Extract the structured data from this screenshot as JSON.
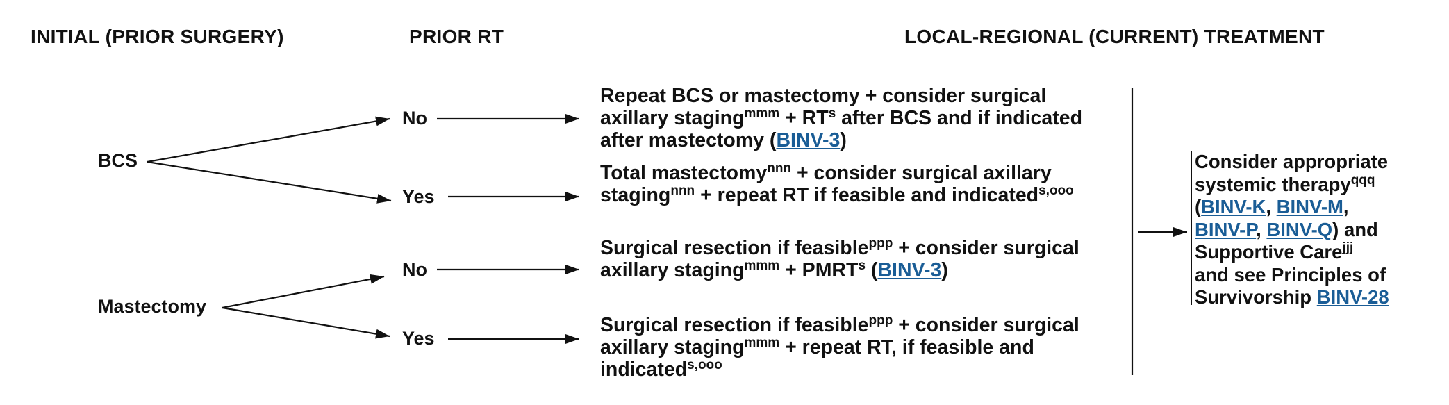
{
  "headers": {
    "initial": "INITIAL (PRIOR SURGERY)",
    "prior_rt": "PRIOR RT",
    "current": "LOCAL-REGIONAL (CURRENT) TREATMENT"
  },
  "nodes": {
    "bcs": "BCS",
    "mastectomy": "Mastectomy",
    "bcs_no": "No",
    "bcs_yes": "Yes",
    "mast_no": "No",
    "mast_yes": "Yes"
  },
  "treatments": {
    "bcs_no": {
      "l1": "Repeat BCS or mastectomy + consider surgical",
      "l2a": "axillary staging",
      "l2_sup1": "mmm",
      "l2b": " + RT",
      "l2_sup2": "s",
      "l2c": " after BCS and if indicated",
      "l3a": "after mastectomy (",
      "l3_link": "BINV-3",
      "l3b": ")"
    },
    "bcs_yes": {
      "l1a": "Total mastectomy",
      "l1_sup": "nnn",
      "l1b": " + consider surgical axillary",
      "l2a": "staging",
      "l2_sup1": "nnn",
      "l2b": " + repeat RT if feasible and indicated",
      "l2_sup2": "s,ooo"
    },
    "mast_no": {
      "l1a": "Surgical resection if feasible",
      "l1_sup": "ppp",
      "l1b": " + consider surgical",
      "l2a": "axillary staging",
      "l2_sup1": "mmm",
      "l2b": " + PMRT",
      "l2_sup2": "s",
      "l2c": " (",
      "l2_link": "BINV-3",
      "l2d": ")"
    },
    "mast_yes": {
      "l1a": "Surgical resection if feasible",
      "l1_sup": "ppp",
      "l1b": " + consider surgical",
      "l2a": "axillary staging",
      "l2_sup": "mmm",
      "l2b": " + repeat RT, if feasible and",
      "l3a": "indicated",
      "l3_sup": "s,ooo"
    }
  },
  "systemic": {
    "l1": "Consider appropriate",
    "l2a": "systemic therapy",
    "l2_sup": "qqq",
    "l3a": "(",
    "link_k": "BINV-K",
    "sep1": ", ",
    "link_m": "BINV-M",
    "l3b": ",",
    "link_p": "BINV-P",
    "sep2": ", ",
    "link_q": "BINV-Q",
    "l4b": ") and",
    "l5a": "Supportive Care",
    "l5_sup": "jjj",
    "l6": "and see Principles of",
    "l7a": "Survivorship ",
    "link_28": "BINV-28"
  }
}
